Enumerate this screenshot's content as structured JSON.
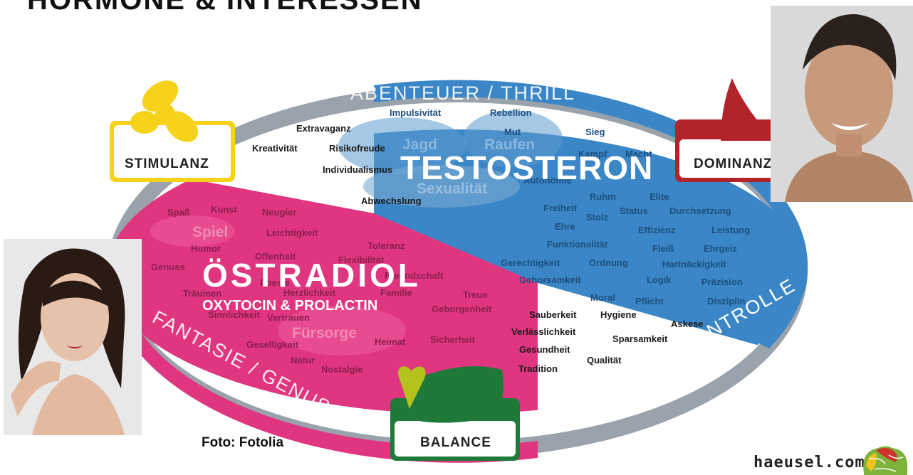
{
  "title": "HORMONE & INTERESSEN",
  "arcs": {
    "top": "ABENTEUER / THRILL",
    "left": "FANTASIE / GENUSS",
    "right": "DISZIPLIN / KONTROLLE"
  },
  "hormones": {
    "testosteron": "TESTOSTERON",
    "oestradiol": "ÖSTRADIOL",
    "oxytocin": "OXYTOCIN & PROLACTIN"
  },
  "boxes": {
    "stimulanz": "STIMULANZ",
    "dominanz": "DOMINANZ",
    "balance": "BALANCE"
  },
  "faded_words": [
    "Jagd",
    "Raufen",
    "Sexualität",
    "Spiel",
    "Fürsorge"
  ],
  "words": [
    "Impulsivität",
    "Rebellion",
    "Mut",
    "Sieg",
    "Extravaganz",
    "Kreativität",
    "Risikofreude",
    "Kampf",
    "Macht",
    "Individualismus",
    "Autonomie",
    "Abwechslung",
    "Ruhm",
    "Elite",
    "Freiheit",
    "Stolz",
    "Status",
    "Durchsetzung",
    "Ehre",
    "Effizienz",
    "Leistung",
    "Funktionalität",
    "Fleiß",
    "Ehrgeiz",
    "Gerechtigkeit",
    "Ordnung",
    "Hartnäckigkeit",
    "Gehorsamkeit",
    "Logik",
    "Präzision",
    "Moral",
    "Pflicht",
    "Disziplin",
    "Sauberkeit",
    "Hygiene",
    "Askese",
    "Verlässlichkeit",
    "Sparsamkeit",
    "Gesundheit",
    "Qualität",
    "Tradition",
    "Spaß",
    "Kunst",
    "Neugier",
    "Leichtigkeit",
    "Toleranz",
    "Humor",
    "Offenheit",
    "Flexibilität",
    "Genuss",
    "Freundschaft",
    "Träumen",
    "Poesie",
    "Herzlichkeit",
    "Familie",
    "Treue",
    "Sinnlichkeit",
    "Vertrauen",
    "Geborgenheit",
    "Geselligkeit",
    "Heimat",
    "Sicherheit",
    "Natur",
    "Nostalgie"
  ],
  "credit": "Foto: Fotolia",
  "logo": "haeusel.com",
  "colors": {
    "pink": "#e0357f",
    "blue": "#3b86c6",
    "grey": "#9aa2ab",
    "yellow": "#f6d21a",
    "red": "#b3242a",
    "green": "#1f7a3a",
    "lime": "#b5c21e"
  }
}
